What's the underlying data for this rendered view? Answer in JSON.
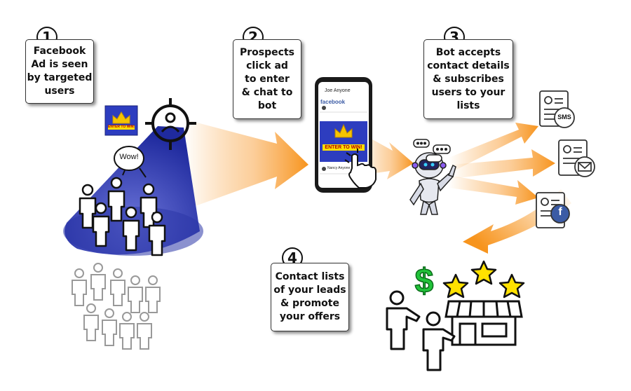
{
  "steps": [
    {
      "number": "1",
      "text": "Facebook\nAd is seen\nby targeted\nusers"
    },
    {
      "number": "2",
      "text": "Prospects\nclick ad\nto enter\n& chat to\nbot"
    },
    {
      "number": "3",
      "text": "Bot accepts\ncontact details\n& subscribes\nusers to your\nlists"
    },
    {
      "number": "4",
      "text": "Contact lists\nof your leads\n& promote\nyour offers"
    }
  ],
  "bubble_text": "Wow!",
  "ad": {
    "banner_text": "ENTER TO WIN!"
  },
  "phone": {
    "user_name": "Joe Anyone",
    "app_name": "facebook",
    "comment_name": "Nancy Anyone"
  },
  "channels": {
    "sms_label": "SMS",
    "facebook_label": "f"
  },
  "store": {
    "dollar": "$"
  },
  "colors": {
    "accent_blue": "#2b35a8",
    "arrow_orange": "#f7941d",
    "dollar_green": "#22c33a",
    "star_yellow": "#ffe100"
  }
}
